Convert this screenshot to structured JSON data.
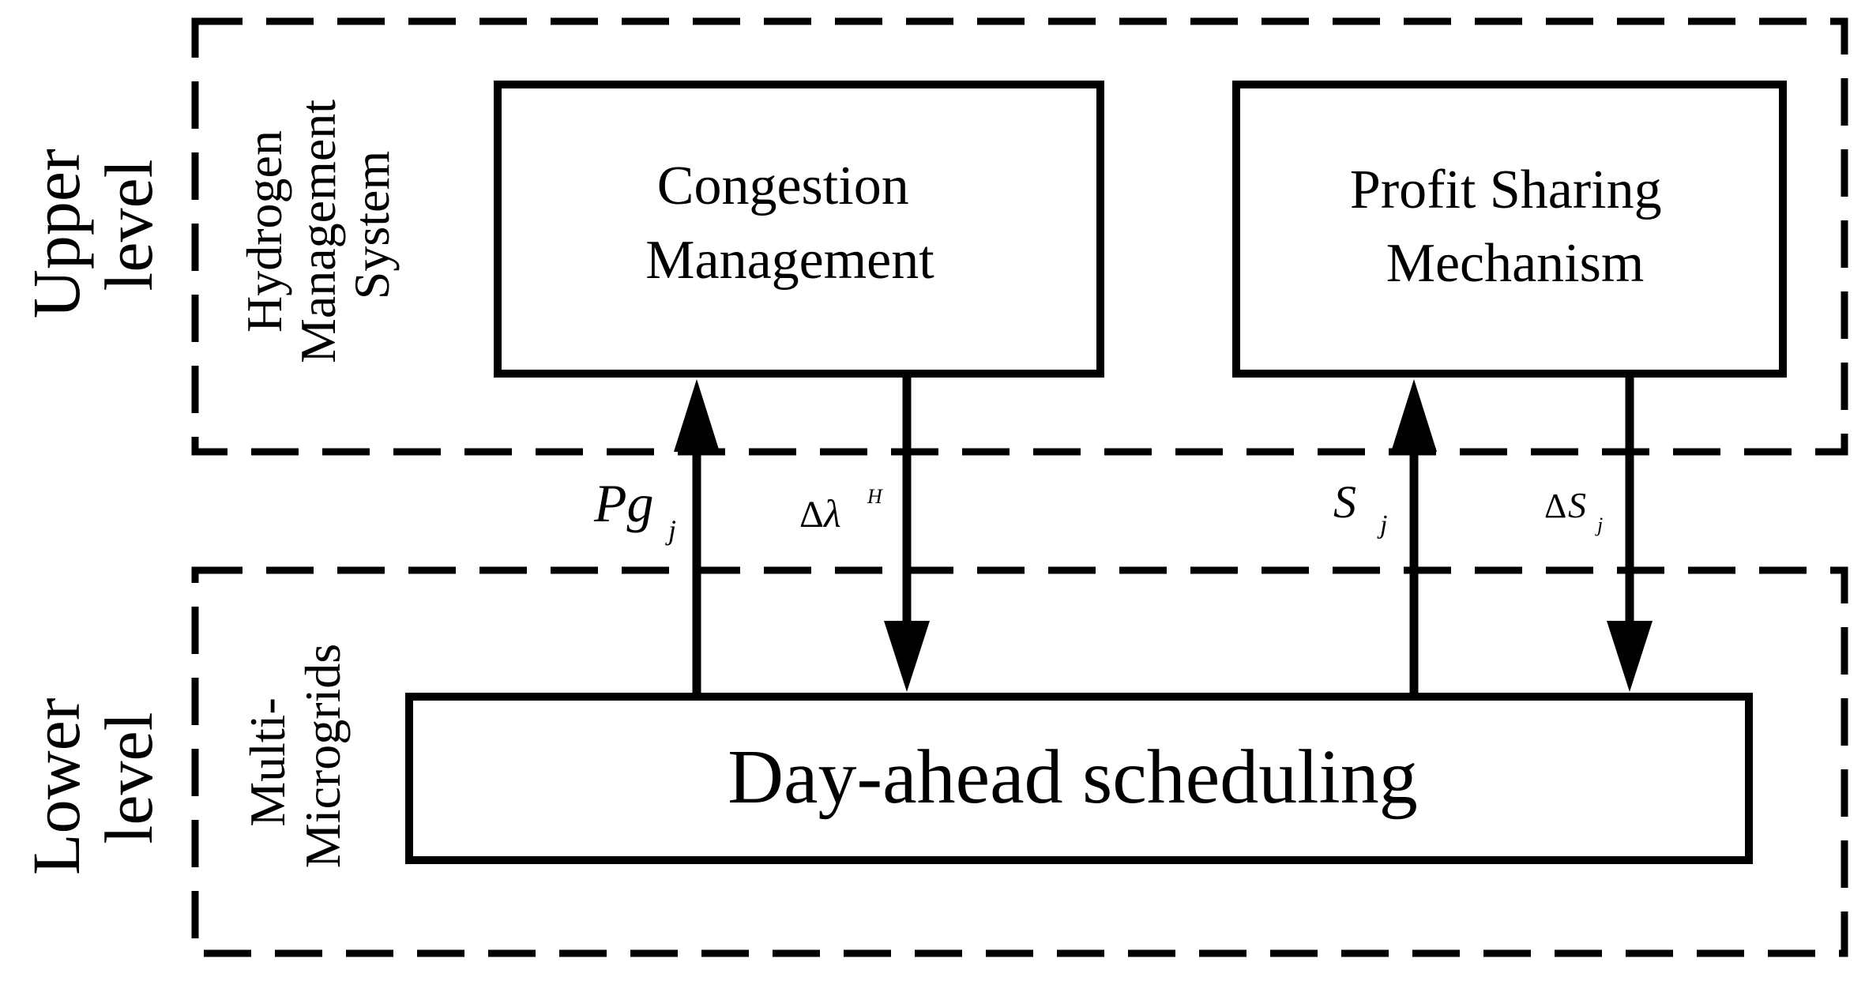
{
  "upper_region": {
    "level_lines": [
      "Upper",
      "level"
    ],
    "system_lines": [
      "Hydrogen",
      "Management",
      "System"
    ]
  },
  "lower_region": {
    "level_lines": [
      "Lower",
      "level"
    ],
    "system_lines": [
      "Multi-",
      "Microgrids"
    ]
  },
  "boxes": {
    "congestion": [
      "Congestion",
      "Management"
    ],
    "profit": [
      "Profit Sharing",
      "Mechanism"
    ],
    "scheduling": "Day-ahead scheduling"
  },
  "signals": {
    "pg": {
      "main": "Pg",
      "sub": "j"
    },
    "dlambda": {
      "delta": "Δ",
      "main": "λ",
      "sup": "H"
    },
    "s": {
      "main": "S",
      "sub": "j"
    },
    "ds": {
      "delta": "Δ",
      "main": "S",
      "sub": "j"
    }
  }
}
